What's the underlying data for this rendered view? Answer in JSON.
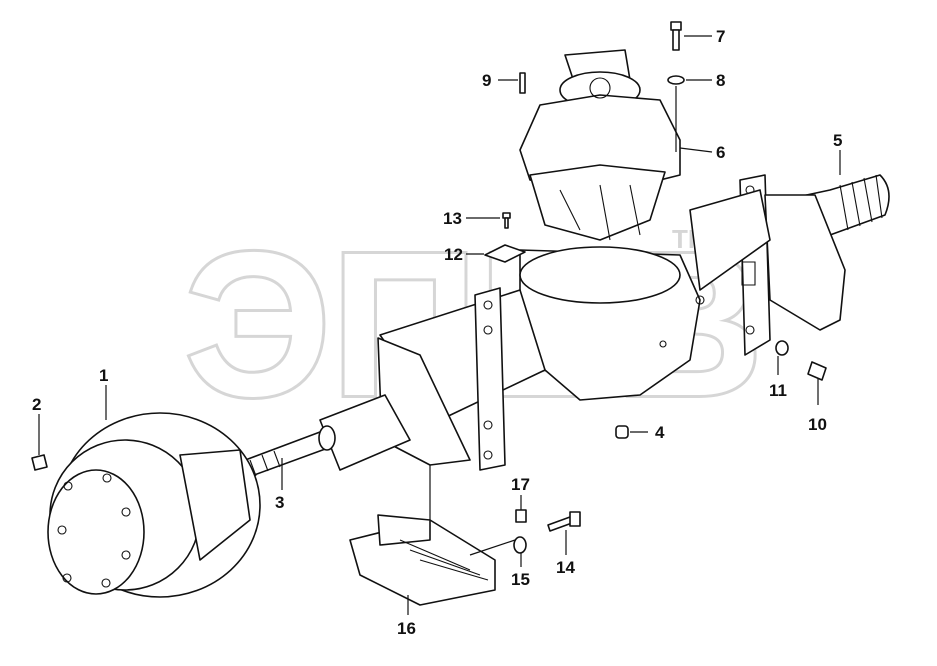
{
  "watermark": {
    "text": "ЭПЕВ",
    "tm": "TM"
  },
  "callouts": {
    "p1": "1",
    "p2": "2",
    "p3": "3",
    "p4": "4",
    "p5": "5",
    "p6": "6",
    "p7": "7",
    "p8": "8",
    "p9": "9",
    "p10": "10",
    "p11": "11",
    "p12": "12",
    "p13": "13",
    "p14": "14",
    "p15": "15",
    "p16": "16",
    "p17": "17"
  }
}
